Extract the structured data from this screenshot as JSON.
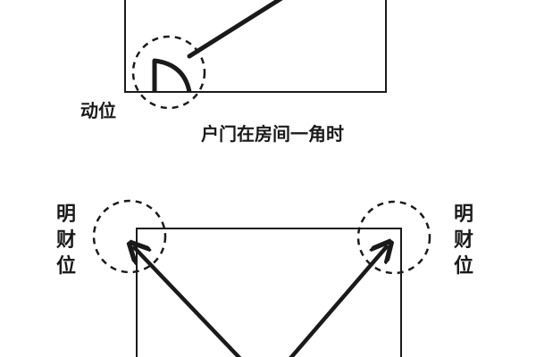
{
  "top_diagram": {
    "moving_position_label": "动位",
    "caption": "户门在房间一角时"
  },
  "bottom_diagram": {
    "left_label": [
      "明",
      "财",
      "位"
    ],
    "right_label": [
      "明",
      "财",
      "位"
    ]
  },
  "colors": {
    "stroke": "#1a1a1a",
    "background": "#ffffff"
  }
}
